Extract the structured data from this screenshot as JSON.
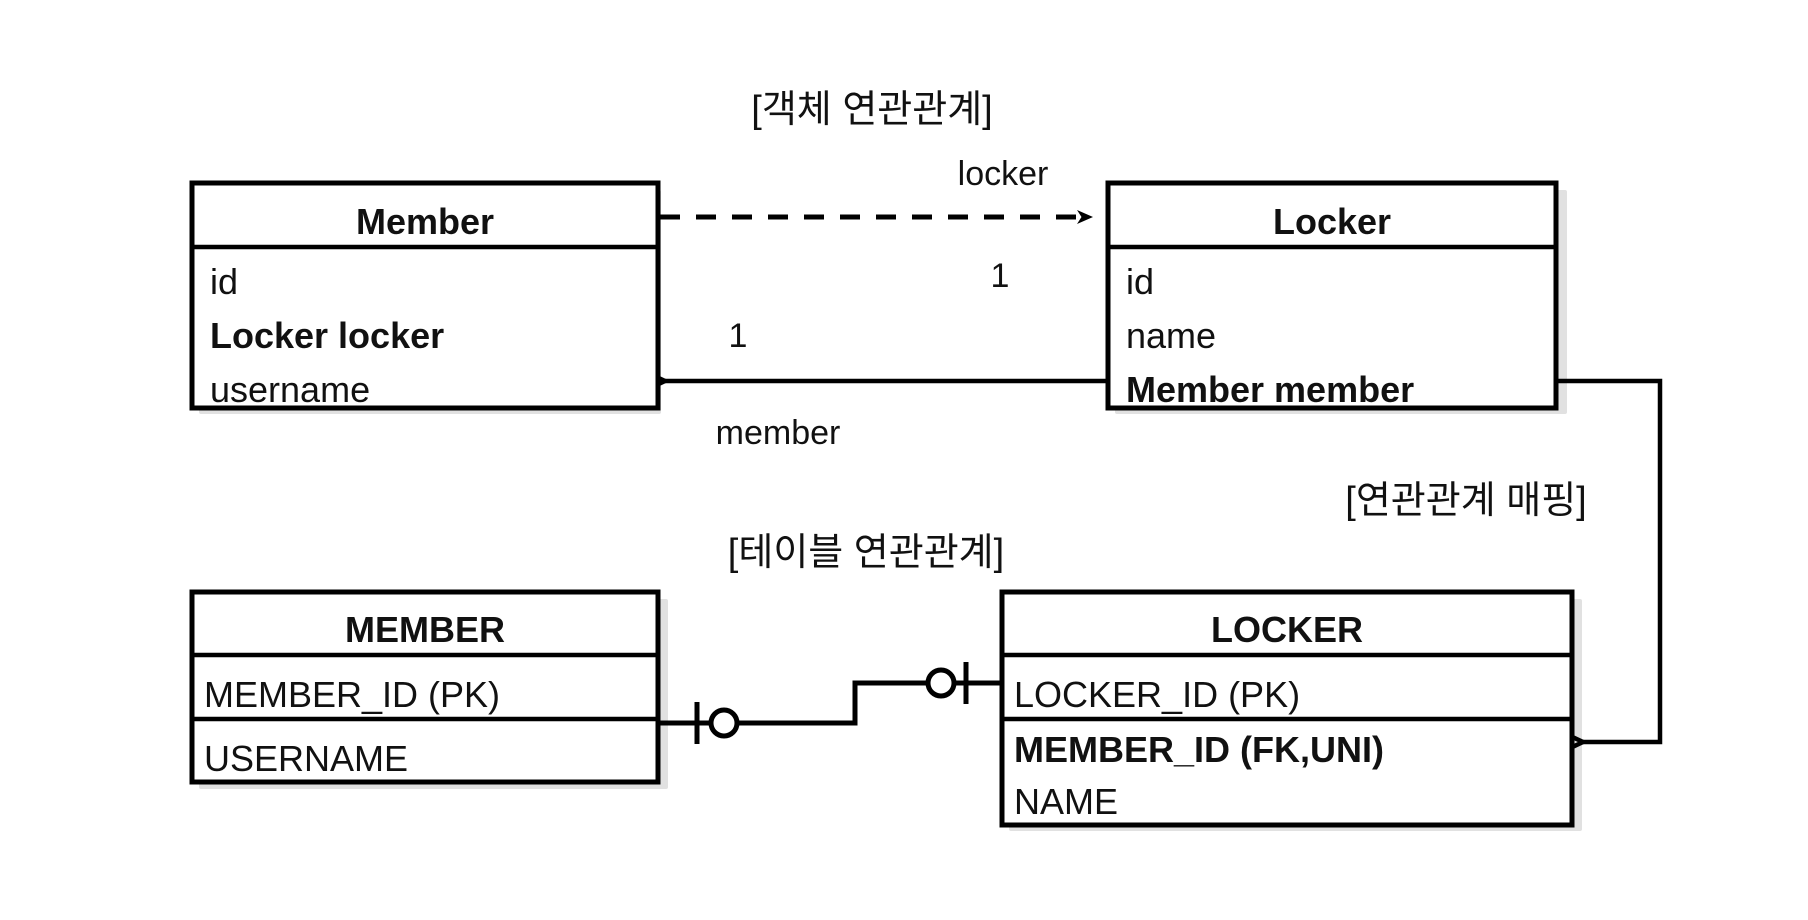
{
  "diagram": {
    "title_object_relation": "[객체 연관관계]",
    "title_table_relation": "[테이블 연관관계]",
    "title_relation_mapping": "[연관관계 매핑]"
  },
  "object_model": {
    "member_entity": {
      "name": "Member",
      "attributes": [
        {
          "text": "id",
          "bold": false
        },
        {
          "text": "Locker locker",
          "bold": true
        },
        {
          "text": "username",
          "bold": false
        }
      ]
    },
    "locker_entity": {
      "name": "Locker",
      "attributes": [
        {
          "text": "id",
          "bold": false
        },
        {
          "text": "name",
          "bold": false
        },
        {
          "text": "Member member",
          "bold": true
        }
      ]
    },
    "association_member_to_locker": {
      "role": "locker",
      "cardinality": "1",
      "style": "dashed",
      "arrow": "filled"
    },
    "association_locker_to_member": {
      "role": "member",
      "cardinality": "1",
      "style": "solid",
      "arrow": "open"
    }
  },
  "table_model": {
    "member_table": {
      "name": "MEMBER",
      "columns": [
        {
          "text": "MEMBER_ID (PK)",
          "bold": false
        },
        {
          "text": "USERNAME",
          "bold": false
        }
      ]
    },
    "locker_table": {
      "name": "LOCKER",
      "columns": [
        {
          "text": "LOCKER_ID (PK)",
          "bold": false
        },
        {
          "text": "MEMBER_ID (FK,UNI)",
          "bold": true
        },
        {
          "text": "NAME",
          "bold": false
        }
      ]
    },
    "relationship": {
      "left_notation": "zero-or-one",
      "right_notation": "zero-or-one",
      "line_style": "solid-stepped"
    }
  },
  "colors": {
    "stroke": "#000000",
    "fill": "#ffffff",
    "text": "#111111",
    "shadow": "#c9c9c9"
  }
}
